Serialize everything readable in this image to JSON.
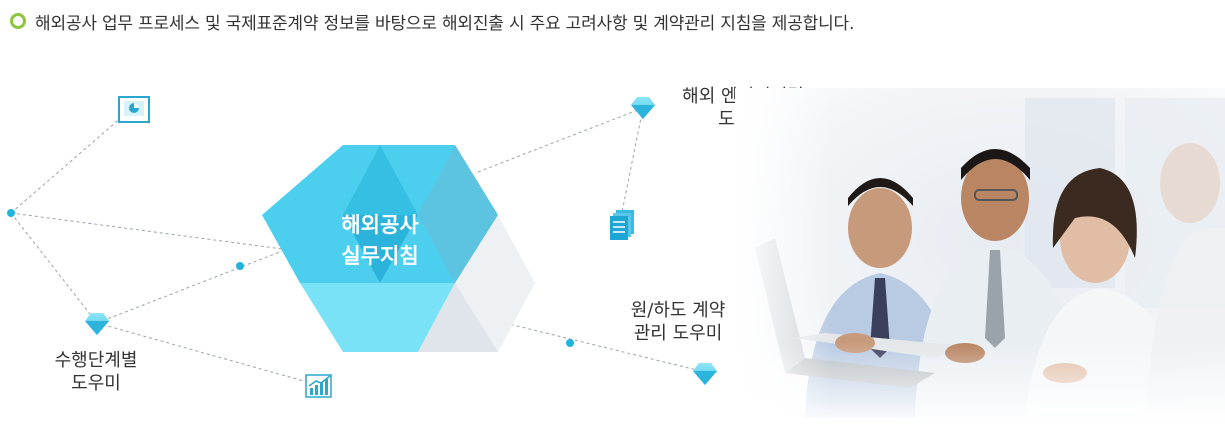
{
  "intro": {
    "text": "해외공사 업무 프로세스 및 국제표준계약 정보를 바탕으로 해외진출 시 주요 고려사항 및 계약관리 지침을 제공합니다."
  },
  "center": {
    "line1": "해외공사",
    "line2": "실무지침"
  },
  "nodes": {
    "engineering": {
      "line1": "해외 엔지니어링",
      "line2": "도우미"
    },
    "contract": {
      "line1": "원/하도 계약",
      "line2": "관리 도우미"
    },
    "stage": {
      "line1": "수행단계별",
      "line2": "도우미"
    }
  },
  "icons": [
    "presentation-icon",
    "document-stack-icon",
    "bar-chart-icon",
    "gem-icon"
  ],
  "colors": {
    "accent": "#8cc63f",
    "hex_blue": "#5fd3ef",
    "dot": "#1fb5d8"
  }
}
